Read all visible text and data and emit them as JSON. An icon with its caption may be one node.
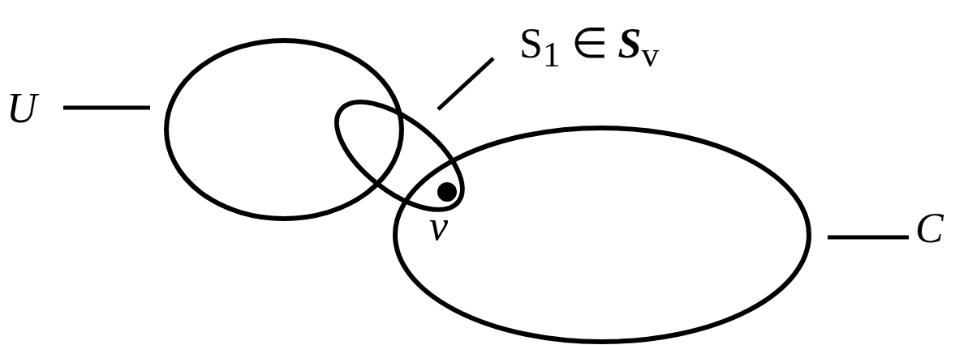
{
  "diagram": {
    "nodes": [
      {
        "text": [
          "U"
        ]
      },
      {
        "text": [],
        "shape": "circle"
      },
      {
        "text": [
          "S$_{1}$ ∈ **S**$_{v}$"
        ]
      },
      {
        "text": [],
        "shape": "ellipse"
      },
      {
        "text": [],
        "shape": "ellipse"
      },
      {
        "text": [
          "C"
        ]
      },
      {
        "text": [],
        "shape": "circle",
        "beside": [
          "v"
        ]
      }
    ],
    "edges": [
      {
        "from": 0,
        "to": 1,
        "arrow": "none"
      },
      {
        "from": 5,
        "to": 4,
        "arrow": "none"
      },
      {
        "from": 2,
        "to": 3,
        "arrow": "none"
      }
    ]
  }
}
